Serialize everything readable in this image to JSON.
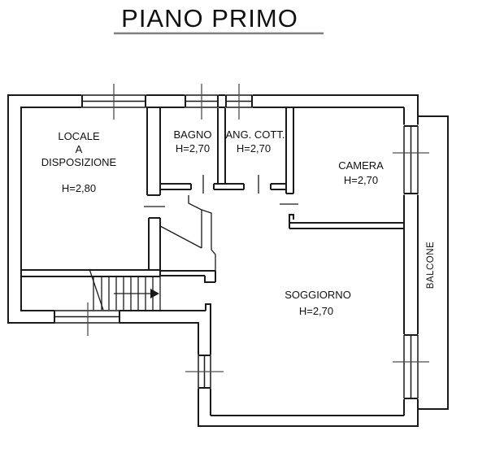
{
  "title": {
    "text": "PIANO PRIMO"
  },
  "rooms": {
    "locale": {
      "line1": "LOCALE",
      "line2": "A",
      "line3": "DISPOSIZIONE",
      "height": "H=2,80"
    },
    "bagno": {
      "name": "BAGNO",
      "height": "H=2,70"
    },
    "ang_cott": {
      "name": "ANG. COTT.",
      "height": "H=2,70"
    },
    "camera": {
      "name": "CAMERA",
      "height": "H=2,70"
    },
    "soggiorno": {
      "name": "SOGGIORNO",
      "height": "H=2,70"
    },
    "balcone": {
      "name": "BALCONE"
    }
  },
  "colors": {
    "wall": "#1a1a1a",
    "window_tick": "#4d4d4d",
    "title_underline": "#808080",
    "background": "#ffffff",
    "text": "#111111"
  }
}
